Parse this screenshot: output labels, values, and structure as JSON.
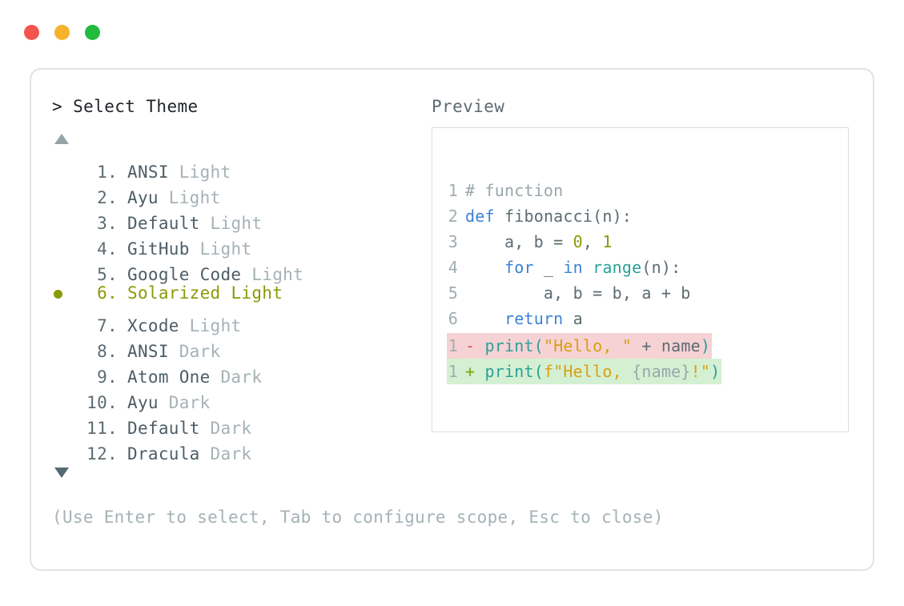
{
  "window": {
    "controls": [
      {
        "name": "close",
        "color": "#F4544F"
      },
      {
        "name": "minimize",
        "color": "#F5B32A"
      },
      {
        "name": "maximize",
        "color": "#21BC3E"
      }
    ]
  },
  "picker": {
    "prompt": "> Select Theme",
    "scroll_up": "▲",
    "scroll_down": "▼",
    "selected_index": 6,
    "selected_bullet": "●",
    "selected_color": "#8a9a06",
    "items": [
      {
        "index": "1.",
        "name": "ANSI",
        "mode": " Light"
      },
      {
        "index": "2.",
        "name": "Ayu",
        "mode": " Light"
      },
      {
        "index": "3.",
        "name": "Default",
        "mode": " Light"
      },
      {
        "index": "4.",
        "name": "GitHub",
        "mode": " Light"
      },
      {
        "index": "5.",
        "name": "Google Code",
        "mode": " Light"
      },
      {
        "index": "6.",
        "name": "Solarized",
        "mode": " Light"
      },
      {
        "index": "7.",
        "name": "Xcode",
        "mode": " Light"
      },
      {
        "index": "8.",
        "name": "ANSI",
        "mode": " Dark"
      },
      {
        "index": "9.",
        "name": "Atom One",
        "mode": " Dark"
      },
      {
        "index": "10.",
        "name": "Ayu",
        "mode": " Dark"
      },
      {
        "index": "11.",
        "name": "Default",
        "mode": " Dark"
      },
      {
        "index": "12.",
        "name": "Dracula",
        "mode": " Dark"
      }
    ]
  },
  "preview": {
    "title": "Preview",
    "code_lines": [
      {
        "num": "1",
        "tokens": [
          {
            "t": "# function",
            "c": "tok-comment"
          }
        ]
      },
      {
        "num": "2",
        "tokens": [
          {
            "t": "def",
            "c": "tok-kw"
          },
          {
            "t": " fibonacci(n):",
            "c": "tok-plain"
          }
        ]
      },
      {
        "num": "3",
        "tokens": [
          {
            "t": "    a, b = ",
            "c": "tok-plain"
          },
          {
            "t": "0",
            "c": "tok-num"
          },
          {
            "t": ", ",
            "c": "tok-plain"
          },
          {
            "t": "1",
            "c": "tok-num"
          }
        ]
      },
      {
        "num": "4",
        "tokens": [
          {
            "t": "    ",
            "c": "tok-plain"
          },
          {
            "t": "for",
            "c": "tok-kw"
          },
          {
            "t": " _ ",
            "c": "tok-plain"
          },
          {
            "t": "in",
            "c": "tok-kw"
          },
          {
            "t": " ",
            "c": "tok-plain"
          },
          {
            "t": "range",
            "c": "tok-fn"
          },
          {
            "t": "(n):",
            "c": "tok-plain"
          }
        ]
      },
      {
        "num": "5",
        "tokens": [
          {
            "t": "        a, b = b, a + b",
            "c": "tok-plain"
          }
        ]
      },
      {
        "num": "6",
        "tokens": [
          {
            "t": "    ",
            "c": "tok-plain"
          },
          {
            "t": "return",
            "c": "tok-kw"
          },
          {
            "t": " a",
            "c": "tok-plain"
          }
        ]
      }
    ],
    "diff_lines": [
      {
        "num": "1",
        "marker": "-",
        "marker_class": "diff-mark-del",
        "row_class": "diff-del",
        "tokens": [
          {
            "t": "print",
            "c": "tok-fn"
          },
          {
            "t": "(",
            "c": "tok-fn"
          },
          {
            "t": "\"Hello, \"",
            "c": "tok-str"
          },
          {
            "t": " + name",
            "c": "tok-plain"
          },
          {
            "t": ")",
            "c": "tok-fn"
          }
        ]
      },
      {
        "num": "1",
        "marker": "+",
        "marker_class": "diff-mark-add",
        "row_class": "diff-add",
        "tokens": [
          {
            "t": "print",
            "c": "tok-fn"
          },
          {
            "t": "(",
            "c": "tok-fn"
          },
          {
            "t": "f\"Hello, ",
            "c": "tok-str"
          },
          {
            "t": "{name}",
            "c": "tok-interp"
          },
          {
            "t": "!\"",
            "c": "tok-str"
          },
          {
            "t": ")",
            "c": "tok-fn"
          }
        ]
      }
    ]
  },
  "footer": {
    "hint": "(Use Enter to select, Tab to configure scope, Esc to close)"
  }
}
